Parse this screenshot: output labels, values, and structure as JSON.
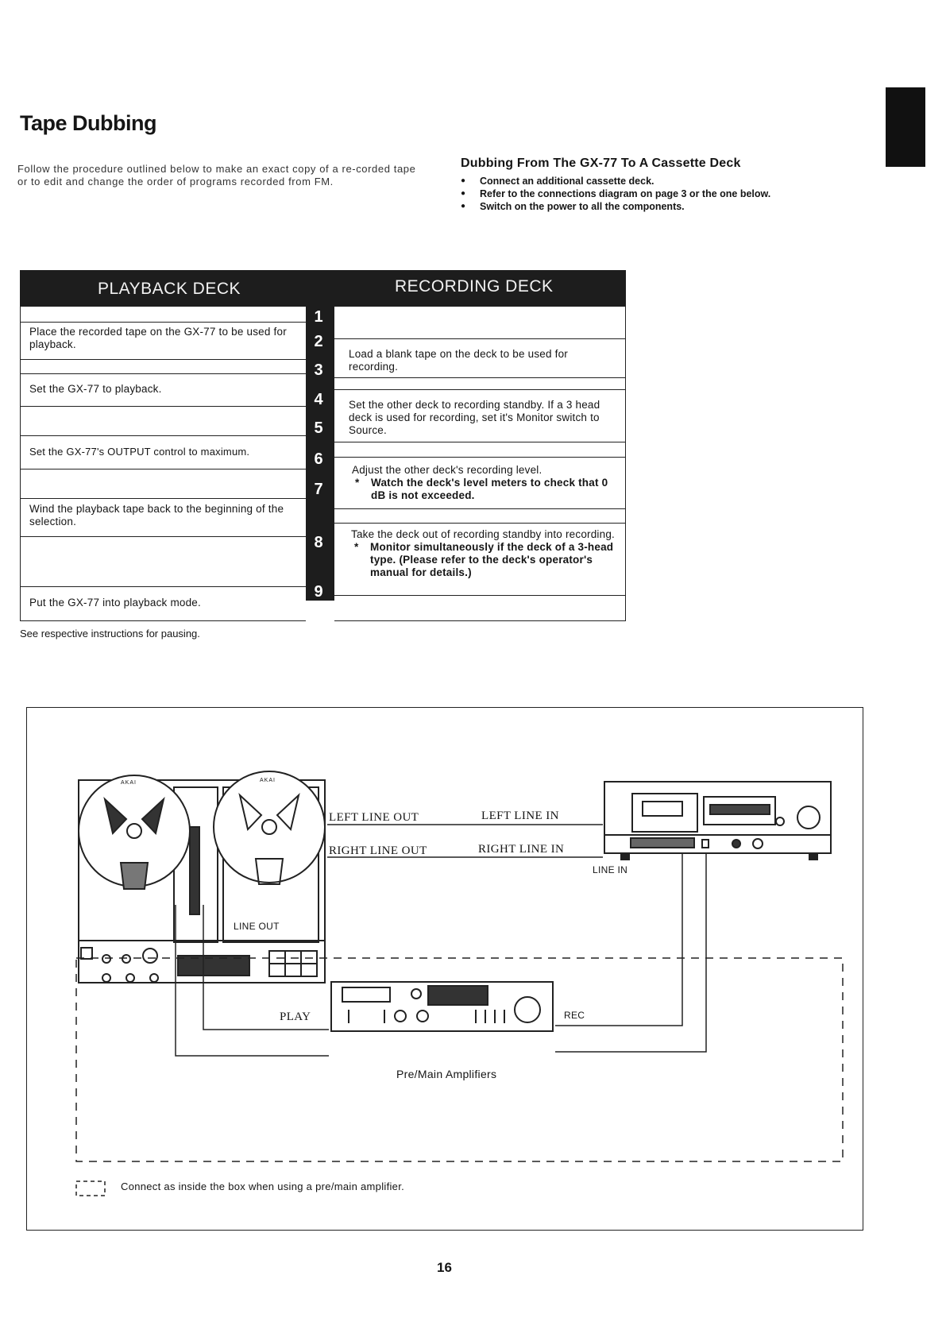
{
  "page": {
    "title": "Tape Dubbing",
    "intro": "Follow the procedure outlined below to make an exact copy of a re-corded tape or to edit and change the order of programs recorded from FM.",
    "page_number": "16"
  },
  "dubbing_section": {
    "heading": "Dubbing From The GX-77 To A Cassette Deck",
    "bullets": [
      "Connect an additional cassette deck.",
      "Refer to the connections diagram on page 3 or the one below.",
      "Switch on the power to all the components."
    ]
  },
  "procedure": {
    "playback_header": "PLAYBACK DECK",
    "recording_header": "RECORDING DECK",
    "steps": [
      "1",
      "2",
      "3",
      "4",
      "5",
      "6",
      "7",
      "8",
      "9"
    ],
    "playback": {
      "step1": "Place the recorded tape on the GX-77 to be used for playback.",
      "step3": "Set the GX-77 to playback.",
      "step5": "Set the GX-77's OUTPUT control to maximum.",
      "step7": "Wind the playback tape back to the beginning of the selection.",
      "step9": "Put the GX-77 into playback mode."
    },
    "recording": {
      "step2": "Load a blank tape on the deck to be used for recording.",
      "step4": "Set the other deck to recording standby. If a 3 head deck is used for recording, set it's Monitor switch to Source.",
      "step6_text": "Adjust the other deck's recording level.",
      "step6_note": "Watch the deck's level meters to check that 0 dB is not exceeded.",
      "step8_text": "Take the deck out of recording standby into recording.",
      "step8_note": "Monitor simultaneously if the deck of a 3-head type. (Please refer to the deck's operator's manual for details.)"
    },
    "footnote": "See respective instructions for pausing."
  },
  "diagram": {
    "brand": "AKAI",
    "left_line_out": "LEFT LINE OUT",
    "right_line_out": "RIGHT LINE OUT",
    "left_line_in": "LEFT LINE IN",
    "right_line_in": "RIGHT LINE IN",
    "line_in": "LINE IN",
    "line_out": "LINE OUT",
    "play": "PLAY",
    "rec": "REC",
    "amp_label": "Pre/Main Amplifiers",
    "legend": "Connect as inside the box when using a pre/main amplifier."
  },
  "icons": [
    "reel-to-reel-deck-icon",
    "cassette-deck-icon",
    "amplifier-icon",
    "dashed-box-legend-icon"
  ]
}
